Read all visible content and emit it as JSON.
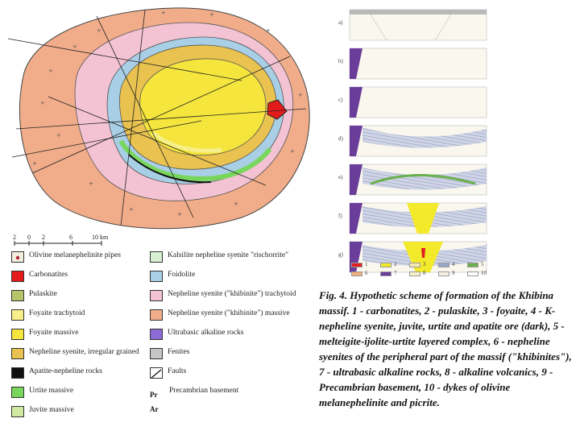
{
  "figure": {
    "caption": "Fig. 4. Hypothetic scheme of formation of the Khibina massif. 1 - carbonatites, 2 - pulaskite, 3 - foyaite, 4 - K-nepheline syenite, juvite, urtite and apatite ore (dark), 5 - melteigite-ijolite-urtite layered complex, 6 - nepheline syenites of the peripheral part of the massif (\"khibinites\"), 7 - ultrabasic alkaline rocks, 8 - alkaline volcanics, 9 - Precambrian basement, 10 - dykes of olivine melanephelinite and picrite."
  },
  "scale": {
    "ticks": [
      "2",
      "0",
      "2",
      "6",
      "10 km"
    ]
  },
  "stages": [
    "a)",
    "b)",
    "c)",
    "d)",
    "e)",
    "f)",
    "g)"
  ],
  "stage_legend": {
    "numbers": [
      "1",
      "2",
      "3",
      "4",
      "5",
      "6",
      "7",
      "8",
      "9",
      "10"
    ],
    "colors": [
      "#e02020",
      "#f2ea2a",
      "#f4e9b0",
      "#9aa8c8",
      "#6ab04c",
      "#f1b07c",
      "#6b3d9a",
      "#f7f0c8",
      "#f5f1e0",
      "#ffffff"
    ]
  },
  "legend": {
    "left": [
      {
        "label": "Olivine melanephelinite pipes",
        "color": "#f4eedc",
        "icon": "dot-symbol"
      },
      {
        "label": "Carbonatites",
        "color": "#e51b1b"
      },
      {
        "label": "Pulaskite",
        "color": "#b7c468"
      },
      {
        "label": "Foyaite trachytoid",
        "color": "#f7f08a"
      },
      {
        "label": "Foyaite massive",
        "color": "#f5e53c"
      },
      {
        "label": "Nepheline syenite, irregular grained",
        "color": "#e9c24f"
      },
      {
        "label": "Apatite-nepheline rocks",
        "color": "#111111"
      },
      {
        "label": "Urtite massive",
        "color": "#79d65c"
      },
      {
        "label": "Juvite massive",
        "color": "#cfe9a0"
      }
    ],
    "right": [
      {
        "label": "Kalsilite nepheline syenite \"rischorrite\"",
        "color": "#d7f0d2"
      },
      {
        "label": "Foidolite",
        "color": "#a9cfe6"
      },
      {
        "label": "Nepheline syenite (\"khibinite\") trachytoid",
        "color": "#f3c3d3"
      },
      {
        "label": "Nepheline syenite (\"khibinite\") massive",
        "color": "#f1ad8a"
      },
      {
        "label": "Ultrabasic alkaline rocks",
        "color": "#8d6bd4"
      },
      {
        "label": "Fenites",
        "color": "#c6c6c6"
      },
      {
        "label": "Faults",
        "color": "#ffffff",
        "icon": "fault-symbol"
      },
      {
        "label": "Precambrian basement",
        "color": "#ffffff",
        "icon": "pr-ar-symbol",
        "symbol_text": "Pr",
        "symbol_text2": "Ar"
      }
    ]
  }
}
